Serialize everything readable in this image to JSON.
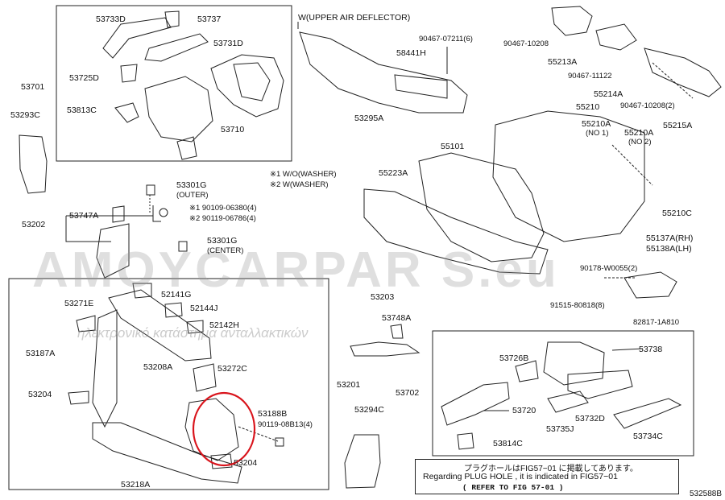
{
  "watermark": {
    "line1": "AMOYCARPAR S.eu",
    "line2": "ηλεκτρονικό κατάστημα ανταλλακτικών"
  },
  "section_titles": {
    "upper_air": "W(UPPER AIR DEFLECTOR)"
  },
  "notes": {
    "washer_1": "※1 W/O(WASHER)",
    "washer_2": "※2 W(WASHER)"
  },
  "labels": {
    "p53733D": "53733D",
    "p53737": "53737",
    "p53731D": "53731D",
    "p53701": "53701",
    "p53725D": "53725D",
    "p53813C": "53813C",
    "p53710": "53710",
    "p53293C": "53293C",
    "p90467_07211": "90467-07211(6)",
    "p58441H": "58441H",
    "p53295A": "53295A",
    "p90467_10208": "90467-10208",
    "p55213A": "55213A",
    "p90467_11122": "90467-11122",
    "p55214A": "55214A",
    "p55210": "55210",
    "p90467_10208_2": "90467-10208(2)",
    "p55215A": "55215A",
    "p55210A_1": "55210A",
    "no1": "(NO 1)",
    "p55210A_2": "55210A",
    "no2": "(NO 2)",
    "p55101": "55101",
    "p55223A": "55223A",
    "p55210C": "55210C",
    "p55137A": "55137A(RH)",
    "p55138A": "55138A(LH)",
    "p90178": "90178-W0055(2)",
    "p91515": "91515-80818(8)",
    "p82817": "82817-1A810",
    "p53301G_a": "53301G",
    "outer": "(OUTER)",
    "p90109": "※1 90109-06380(4)",
    "p90119_a": "※2 90119-06786(4)",
    "p53301G_b": "53301G",
    "center": "(CENTER)",
    "p53202": "53202",
    "p53747A": "53747A",
    "p52141G": "52141G",
    "p52144J": "52144J",
    "p52142H": "52142H",
    "p53271E": "53271E",
    "p53187A": "53187A",
    "p53208A": "53208A",
    "p53204_a": "53204",
    "p53272C": "53272C",
    "p53188B": "53188B",
    "p90119_b": "90119-08B13(4)",
    "p53204_b": "53204",
    "p53218A": "53218A",
    "p53203": "53203",
    "p53748A": "53748A",
    "p53201": "53201",
    "p53294C": "53294C",
    "p53702": "53702",
    "p53726B": "53726B",
    "p53738": "53738",
    "p53720": "53720",
    "p53732D": "53732D",
    "p53735J": "53735J",
    "p53734C": "53734C",
    "p53814C": "53814C"
  },
  "plug_note": {
    "line1": "プラグホールはFIG57−01 に掲載してあります。",
    "line2": "Regarding  PLUG HOLE , it is indicated in  FIG57−01",
    "line3": "(    REFER TO FIG 57-01    )"
  },
  "ref_code": "532588B",
  "colors": {
    "highlight": "#d9141c",
    "line": "#222222"
  }
}
